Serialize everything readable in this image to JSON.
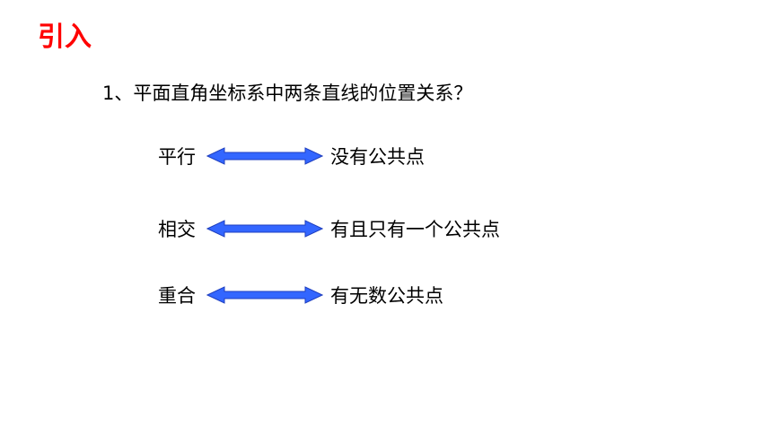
{
  "slide": {
    "title": "引入",
    "question": "1、平面直角坐标系中两条直线的位置关系？",
    "relations": [
      {
        "label": "平行",
        "description": "没有公共点"
      },
      {
        "label": "相交",
        "description": "有且只有一个公共点"
      },
      {
        "label": "重合",
        "description": "有无数公共点"
      }
    ],
    "colors": {
      "title": "#ff0000",
      "arrow_fill": "#3366ff",
      "arrow_stroke": "#1f3fbf"
    },
    "icons": {
      "arrow": "double-headed-arrow-icon"
    }
  }
}
